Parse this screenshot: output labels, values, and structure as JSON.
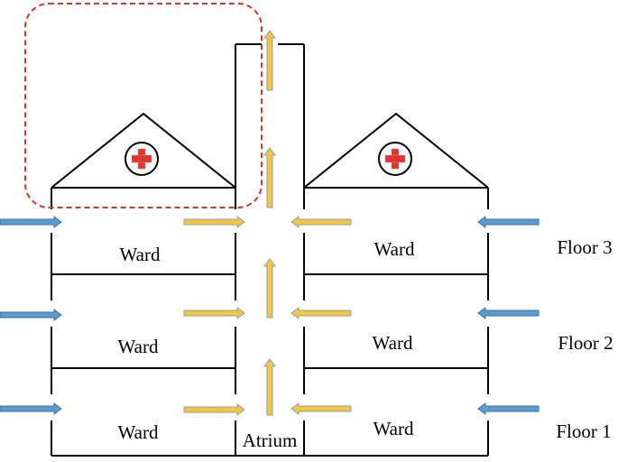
{
  "labels": {
    "ward": "Ward",
    "atrium": "Atrium",
    "floor3": "Floor 3",
    "floor2": "Floor 2",
    "floor1": "Floor 1"
  },
  "colors": {
    "outside_air_arrow": "#5b9bd5",
    "outside_air_stroke": "#41719c",
    "internal_air_arrow": "#f2c641",
    "internal_air_stroke": "#8f9fb0",
    "highlight_box": "#e0312b",
    "cross": "#e8312a",
    "lines": "#000000"
  },
  "icons": {
    "hospital_symbol": "red-cross-in-circle",
    "outside_air": "blue-arrow",
    "internal_air": "yellow-arrow"
  }
}
